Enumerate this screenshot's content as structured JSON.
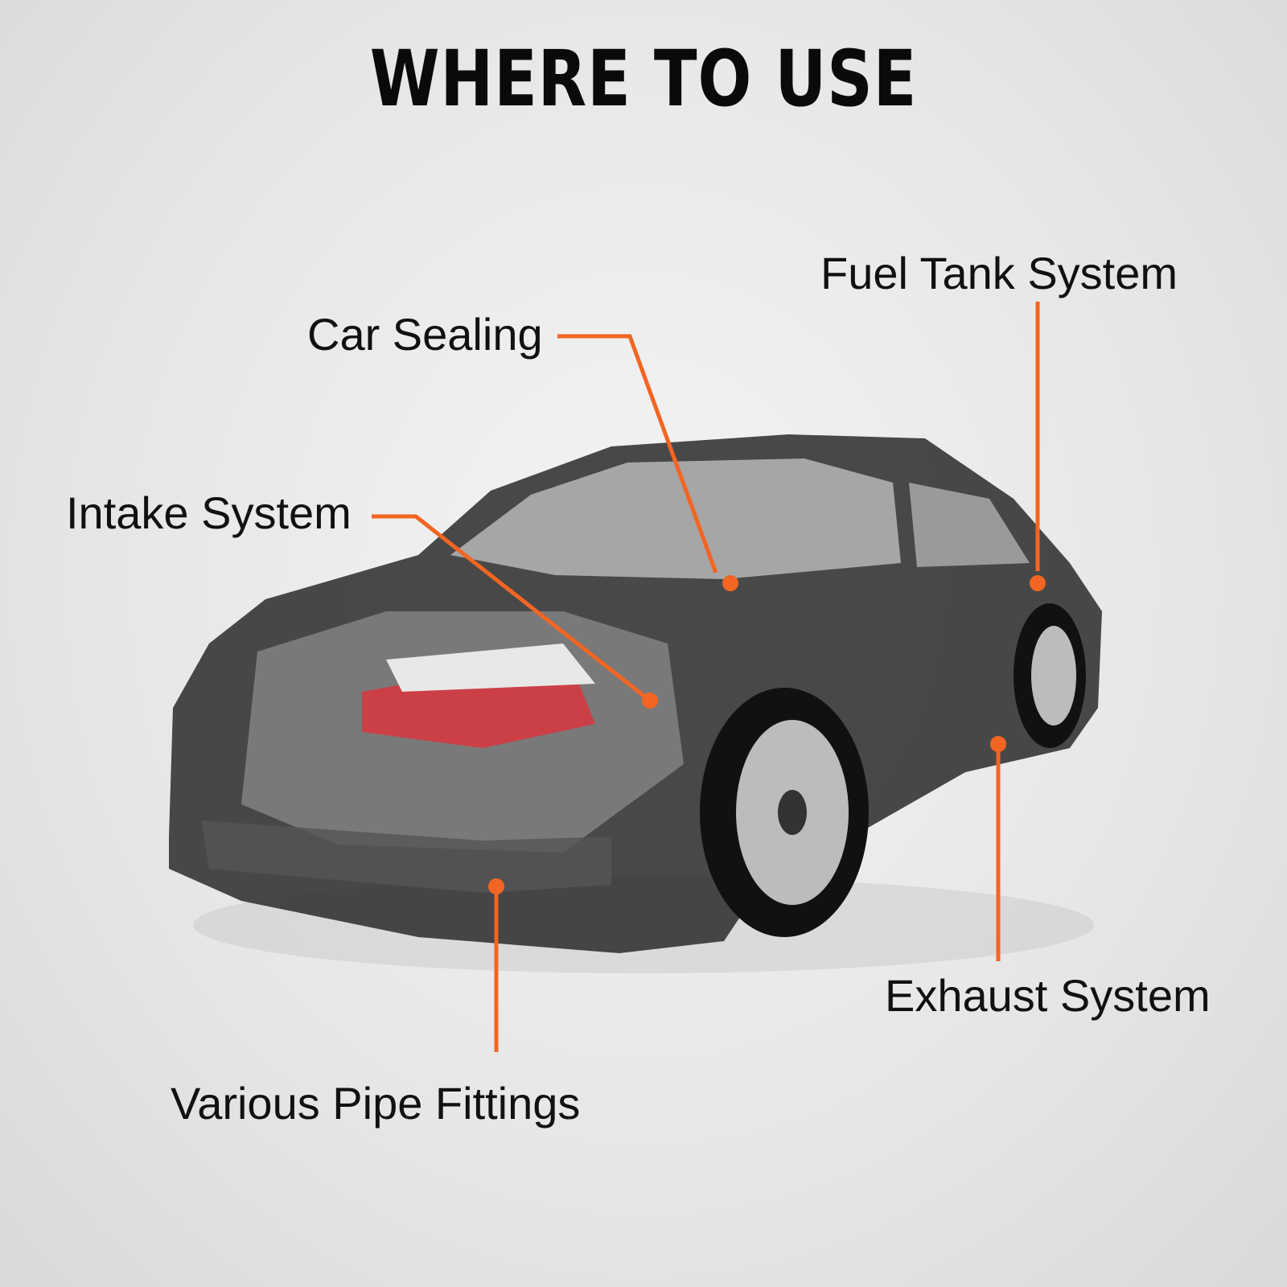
{
  "title": "WHERE TO USE",
  "accent_color": "#f26522",
  "callouts": {
    "car_sealing": "Car Sealing",
    "fuel_tank": "Fuel Tank System",
    "intake": "Intake System",
    "exhaust": "Exhaust System",
    "pipe_fittings": "Various Pipe Fittings"
  }
}
